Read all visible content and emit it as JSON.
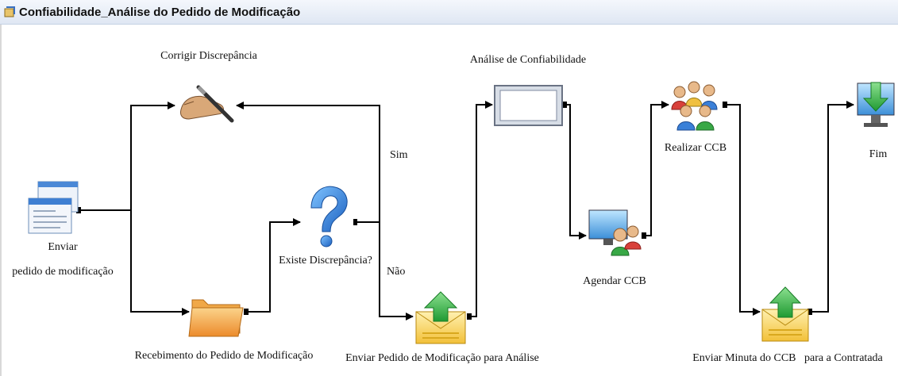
{
  "window": {
    "title": "Confiabilidade_Análise do Pedido de Modificação"
  },
  "nodes": {
    "enviar": {
      "label_line1": "Enviar",
      "label_line2": "pedido de modificação"
    },
    "recebimento": {
      "label": "Recebimento do Pedido de Modificação"
    },
    "corrigir": {
      "label": "Corrigir Discrepância"
    },
    "existe": {
      "label": "Existe Discrepância?"
    },
    "enviar_analise": {
      "label": "Enviar Pedido de Modificação para Análise"
    },
    "analise": {
      "label": "Análise de Confiabilidade"
    },
    "agendar": {
      "label": "Agendar CCB"
    },
    "realizar": {
      "label": "Realizar CCB"
    },
    "minuta": {
      "label": "Enviar Minuta do CCB   para a Contratada"
    },
    "fim": {
      "label": "Fim"
    }
  },
  "edges": {
    "sim_label": "Sim",
    "nao_label": "Não"
  },
  "colors": {
    "line": "#000000",
    "folder": "#f2a43a",
    "question": "#2f7fd8",
    "arrow_green": "#3cb04a",
    "envelope": "#f5c842"
  }
}
